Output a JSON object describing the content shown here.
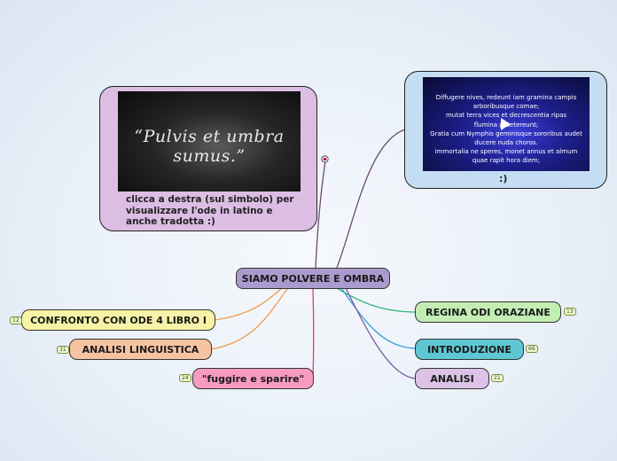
{
  "central": {
    "label": "SIAMO POLVERE E OMBRA"
  },
  "left_card": {
    "image_text": "“Pulvis et umbra sumus.”",
    "caption": "clicca a destra (sul simbolo) per visualizzare l'ode in latino e anche tradotta :)"
  },
  "right_card": {
    "poem_lines": [
      "Diffugere nives, redeunt iam gramina campis",
      "arboribusque comae;",
      "mutat terra vices et decrescentia ripas",
      "flumina praetereunt;",
      "Gratia cum Nymphis geminisque sororibus audet",
      "ducere nuda choros.",
      "immortalia ne speres, monet annus et almum",
      "quae rapit hora diem;"
    ],
    "caption": ":)"
  },
  "topics": [
    {
      "id": "confronto",
      "label": "CONFRONTO CON ODE 4 LIBRO I",
      "count": "12",
      "color": "#f7f3a6"
    },
    {
      "id": "analisi-linguistica",
      "label": "ANALISI LINGUISTICA",
      "count": "31",
      "color": "#f6c3a1"
    },
    {
      "id": "fuggire",
      "label": "\"fuggire e sparire\"",
      "count": "24",
      "color": "#f79bbf"
    },
    {
      "id": "regina",
      "label": "REGINA ODI ORAZIANE",
      "count": "13",
      "color": "#c3eeb3"
    },
    {
      "id": "introduzione",
      "label": "INTRODUZIONE",
      "count": "66",
      "color": "#5fc6d3"
    },
    {
      "id": "analisi",
      "label": "ANALISI",
      "count": "21",
      "color": "#dcc2e6"
    }
  ],
  "colors": {
    "central": "#ab9acd",
    "card_left": "#dcbde4",
    "card_right": "#c4ddf2",
    "link_orange": "#f09a4c",
    "link_pink": "#e03a78",
    "link_green": "#2fb57a",
    "link_blue": "#2f9fd6",
    "link_purple": "#7a5b9b",
    "link_dark": "#6b4a74"
  },
  "icons": [
    "link-icon",
    "play-icon"
  ]
}
